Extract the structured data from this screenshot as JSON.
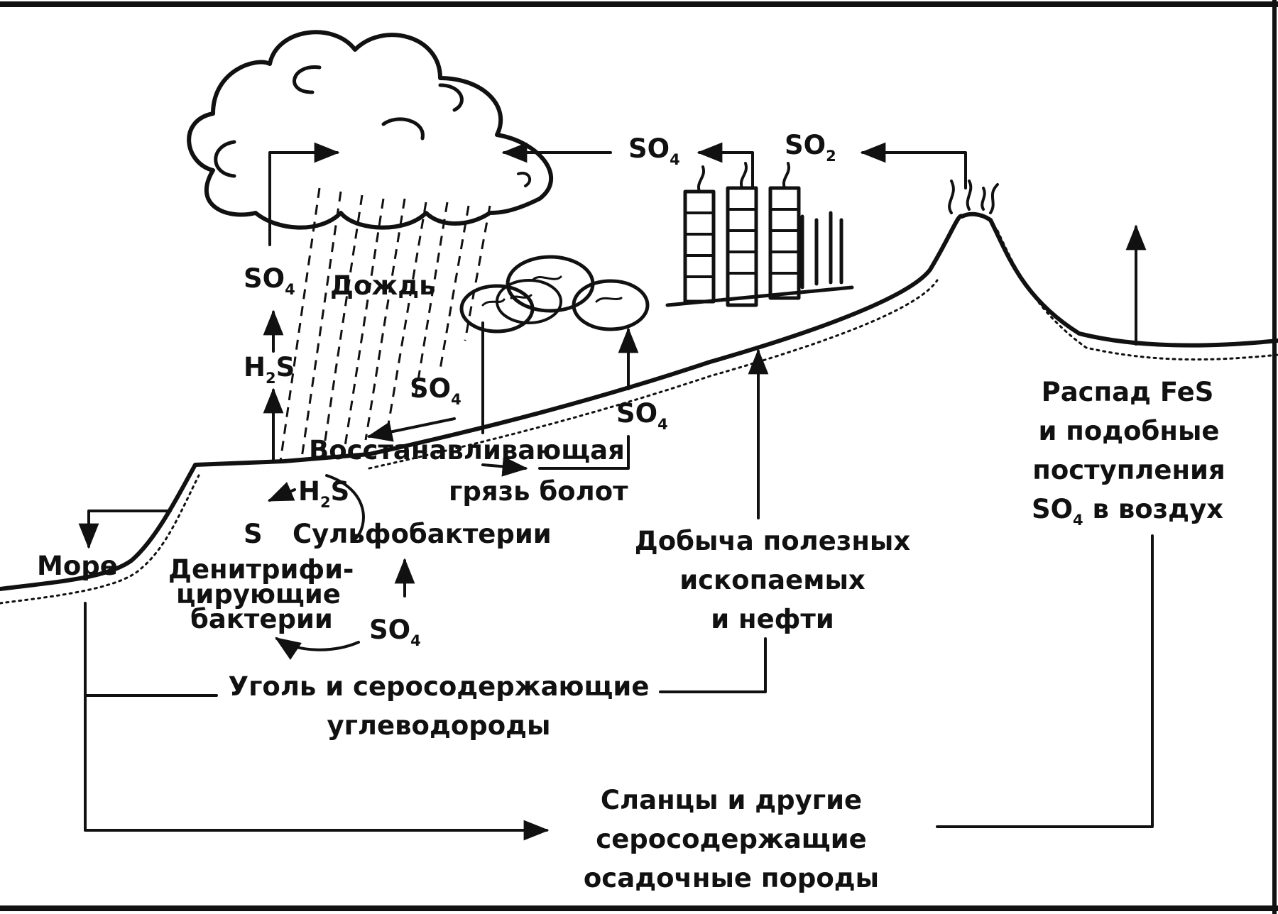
{
  "labels": {
    "so4_clouds": "SO",
    "so4_clouds_sub": "4",
    "so2": "SO",
    "so2_sub": "2",
    "so4_left": "SO",
    "so4_left_sub": "4",
    "rain": "Дождь",
    "h2s_top": "H",
    "h2s_top_sub": "2",
    "h2s_top_tail": "S",
    "so4_mid": "SO",
    "so4_mid_sub": "4",
    "so4_swamp": "SO",
    "so4_swamp_sub": "4",
    "reducing_mud_1": "Восстанавливающая",
    "reducing_mud_2": "грязь болот",
    "h2s_low": "H",
    "h2s_low_sub": "2",
    "h2s_low_tail": "S",
    "sulfur": "S",
    "sulfobacteria": "Сульфобактерии",
    "sea": "Море",
    "denitrifying_1": "Денитрифи-",
    "denitrifying_2": "цирующие",
    "denitrifying_3": "бактерии",
    "so4_bottom": "SO",
    "so4_bottom_sub": "4",
    "mining_1": "Добыча полезных",
    "mining_2": "ископаемых",
    "mining_3": "и нефти",
    "fes_1": "Распад FeS",
    "fes_2": "и подобные",
    "fes_3": "поступления",
    "fes_4_a": "SO",
    "fes_4_sub": "4",
    "fes_4_b": " в воздух",
    "coal_1": "Уголь и серосодержающие",
    "coal_2": "углеводороды",
    "shale_1": "Сланцы и другие",
    "shale_2": "серосодержащие",
    "shale_3": "осадочные породы"
  },
  "colors": {
    "ink": "#111111",
    "paper": "#ffffff"
  }
}
